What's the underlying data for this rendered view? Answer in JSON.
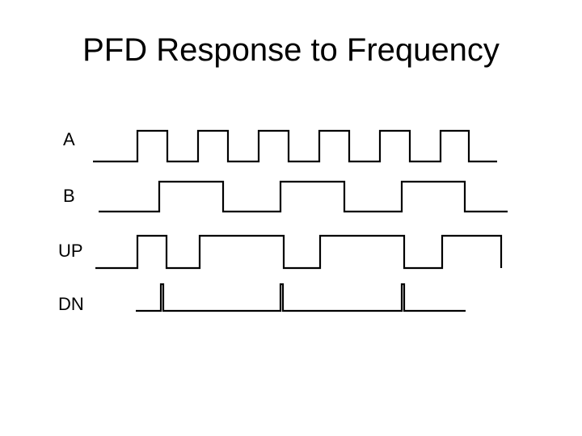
{
  "slide": {
    "title": "PFD Response to Frequency",
    "background_color": "#ffffff",
    "ink_color": "#000000"
  },
  "figure": {
    "name": "pfd-timing-diagram",
    "description": "Phase frequency detector timing diagram showing reference A, divided B, and the UP / DN outputs",
    "labels": {
      "a": "A",
      "b": "B",
      "up": "UP",
      "dn": "DN"
    }
  },
  "chart_data": {
    "type": "line",
    "title": "PFD Response to Frequency",
    "xlabel": "",
    "ylabel": "",
    "grid": false,
    "legend": "none",
    "description": "Digital timing waveforms (logic levels 0 and 1) versus time. Signal A runs at roughly twice the frequency of signal B, so the UP output pulses widen progressively while DN emits only narrow reset spikes.",
    "xlim": [
      110,
      640
    ],
    "axis_units": "pixels-of-time",
    "series": [
      {
        "name": "A",
        "label": "A",
        "baseline_y": 200,
        "high_y": 162,
        "start_x": 115,
        "end_x": 615,
        "period": 75,
        "pulse_width": 37,
        "pulse_count": 6,
        "edges": [
          {
            "rise": 170,
            "fall": 207
          },
          {
            "rise": 245,
            "fall": 282
          },
          {
            "rise": 320,
            "fall": 357
          },
          {
            "rise": 395,
            "fall": 432
          },
          {
            "rise": 470,
            "fall": 507
          },
          {
            "rise": 545,
            "fall": 580
          }
        ]
      },
      {
        "name": "B",
        "label": "B",
        "baseline_y": 262,
        "high_y": 225,
        "start_x": 122,
        "end_x": 628,
        "period": 150,
        "pulse_width": 79,
        "pulse_count": 3,
        "edges": [
          {
            "rise": 197,
            "fall": 276
          },
          {
            "rise": 347,
            "fall": 426
          },
          {
            "rise": 497,
            "fall": 575
          }
        ]
      },
      {
        "name": "UP",
        "label": "UP",
        "baseline_y": 332,
        "high_y": 292,
        "start_x": 118,
        "end_x": 620,
        "pulse_count": 4,
        "ends_high": true,
        "edges": [
          {
            "rise": 170,
            "fall": 206
          },
          {
            "rise": 247,
            "fall": 351
          },
          {
            "rise": 396,
            "fall": 500
          },
          {
            "rise": 547,
            "fall": 620
          }
        ]
      },
      {
        "name": "DN",
        "label": "DN",
        "baseline_y": 385,
        "high_y": 352,
        "start_x": 168,
        "end_x": 576,
        "pulse_count": 3,
        "pulse_width": 3,
        "edges": [
          {
            "rise": 199,
            "fall": 202
          },
          {
            "rise": 347,
            "fall": 350
          },
          {
            "rise": 497,
            "fall": 500
          }
        ]
      }
    ]
  }
}
